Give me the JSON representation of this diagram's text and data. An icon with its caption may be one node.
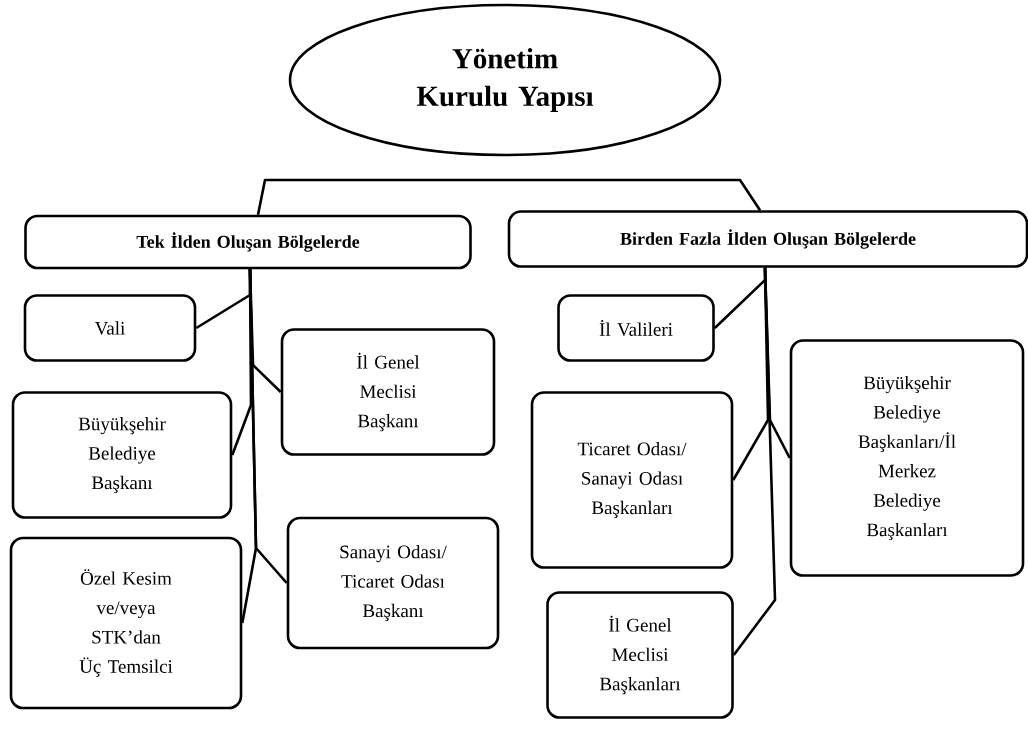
{
  "diagram": {
    "nodes": [
      {
        "text": [
          "Yönetim Kurulu Yapısı"
        ]
      },
      {
        "text": [
          "Tek İlden Oluşan Bölgelerde"
        ]
      },
      {
        "text": [
          "Birden Fazla İlden Oluşan Bölgelerde"
        ]
      },
      {
        "text": [
          "Vali"
        ]
      },
      {
        "text": [
          "İl Genel Meclisi Başkanı"
        ]
      },
      {
        "text": [
          "Büyükşehir Belediye Başkanı"
        ]
      },
      {
        "text": [
          "Özel Kesim ve/veya STK’dan Üç Temsilci"
        ]
      },
      {
        "text": [
          "Sanayi Odası/ Ticaret Odası Başkanı"
        ]
      },
      {
        "text": [
          "İl Valileri"
        ]
      },
      {
        "text": [
          "Ticaret Odası/ Sanayi Odası Başkanları"
        ]
      },
      {
        "text": [
          "Büyükşehir Belediye Başkanları/İl Merkez Belediye Başkanları"
        ]
      },
      {
        "text": [
          "İl Genel Meclisi Başkanları"
        ]
      }
    ],
    "edges": [
      {
        "from": 1,
        "to": 2,
        "arrow": "none"
      },
      {
        "from": 1,
        "to": 3,
        "arrow": "none"
      },
      {
        "from": 1,
        "to": 4,
        "arrow": "none"
      },
      {
        "from": 1,
        "to": 5,
        "arrow": "none"
      },
      {
        "from": 1,
        "to": 7,
        "arrow": "none"
      },
      {
        "from": 1,
        "to": 6,
        "arrow": "none"
      },
      {
        "from": 2,
        "to": 8,
        "arrow": "none"
      },
      {
        "from": 2,
        "to": 9,
        "arrow": "none"
      },
      {
        "from": 2,
        "to": 10,
        "arrow": "none"
      },
      {
        "from": 2,
        "to": 11,
        "arrow": "none"
      }
    ]
  }
}
